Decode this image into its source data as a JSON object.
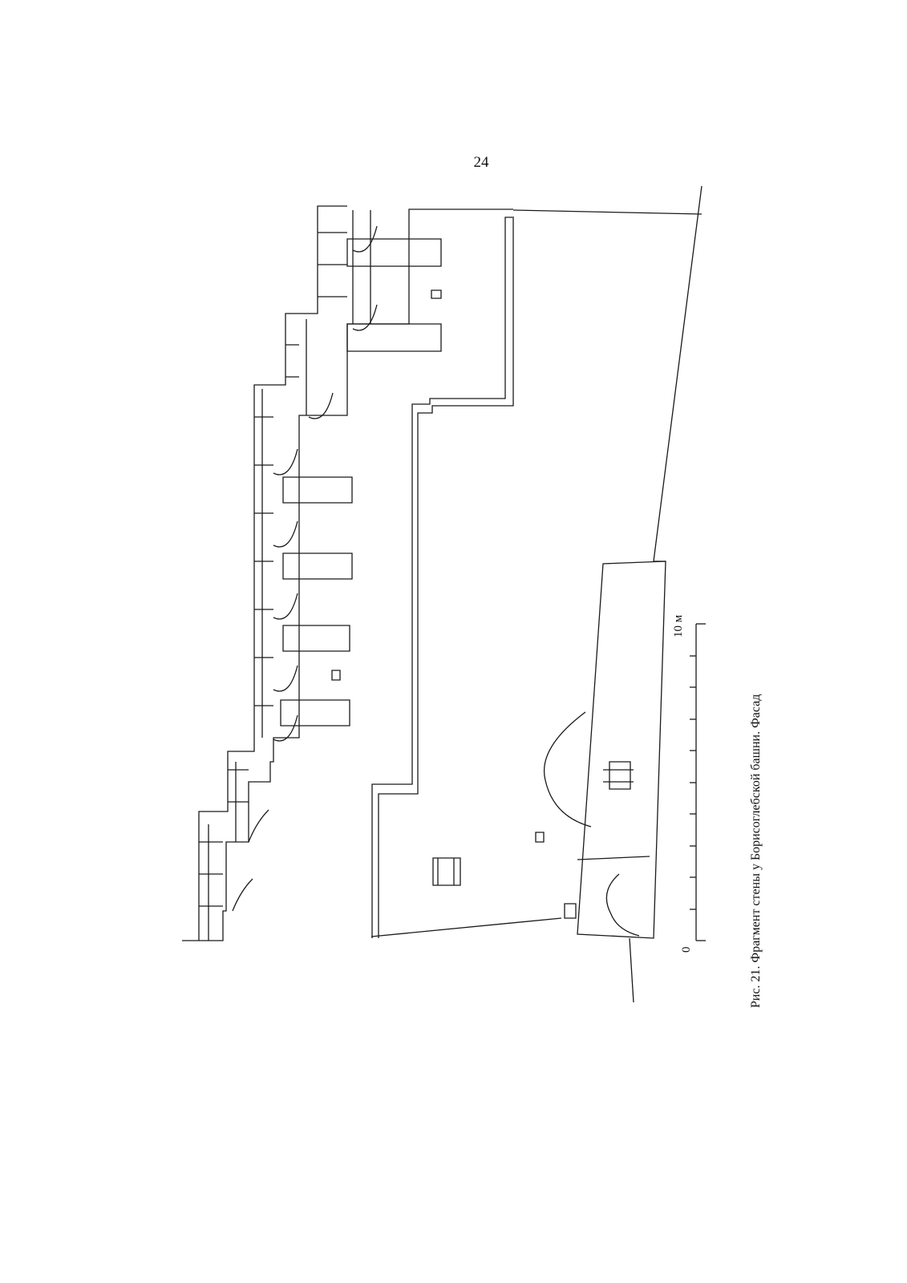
{
  "page": {
    "page_number": "24"
  },
  "figure": {
    "caption": "Рис. 21. Фрагмент стены у Борисоглебской башни. Фасад",
    "scale_bar": {
      "start_label": "0",
      "end_label": "10 м"
    }
  }
}
